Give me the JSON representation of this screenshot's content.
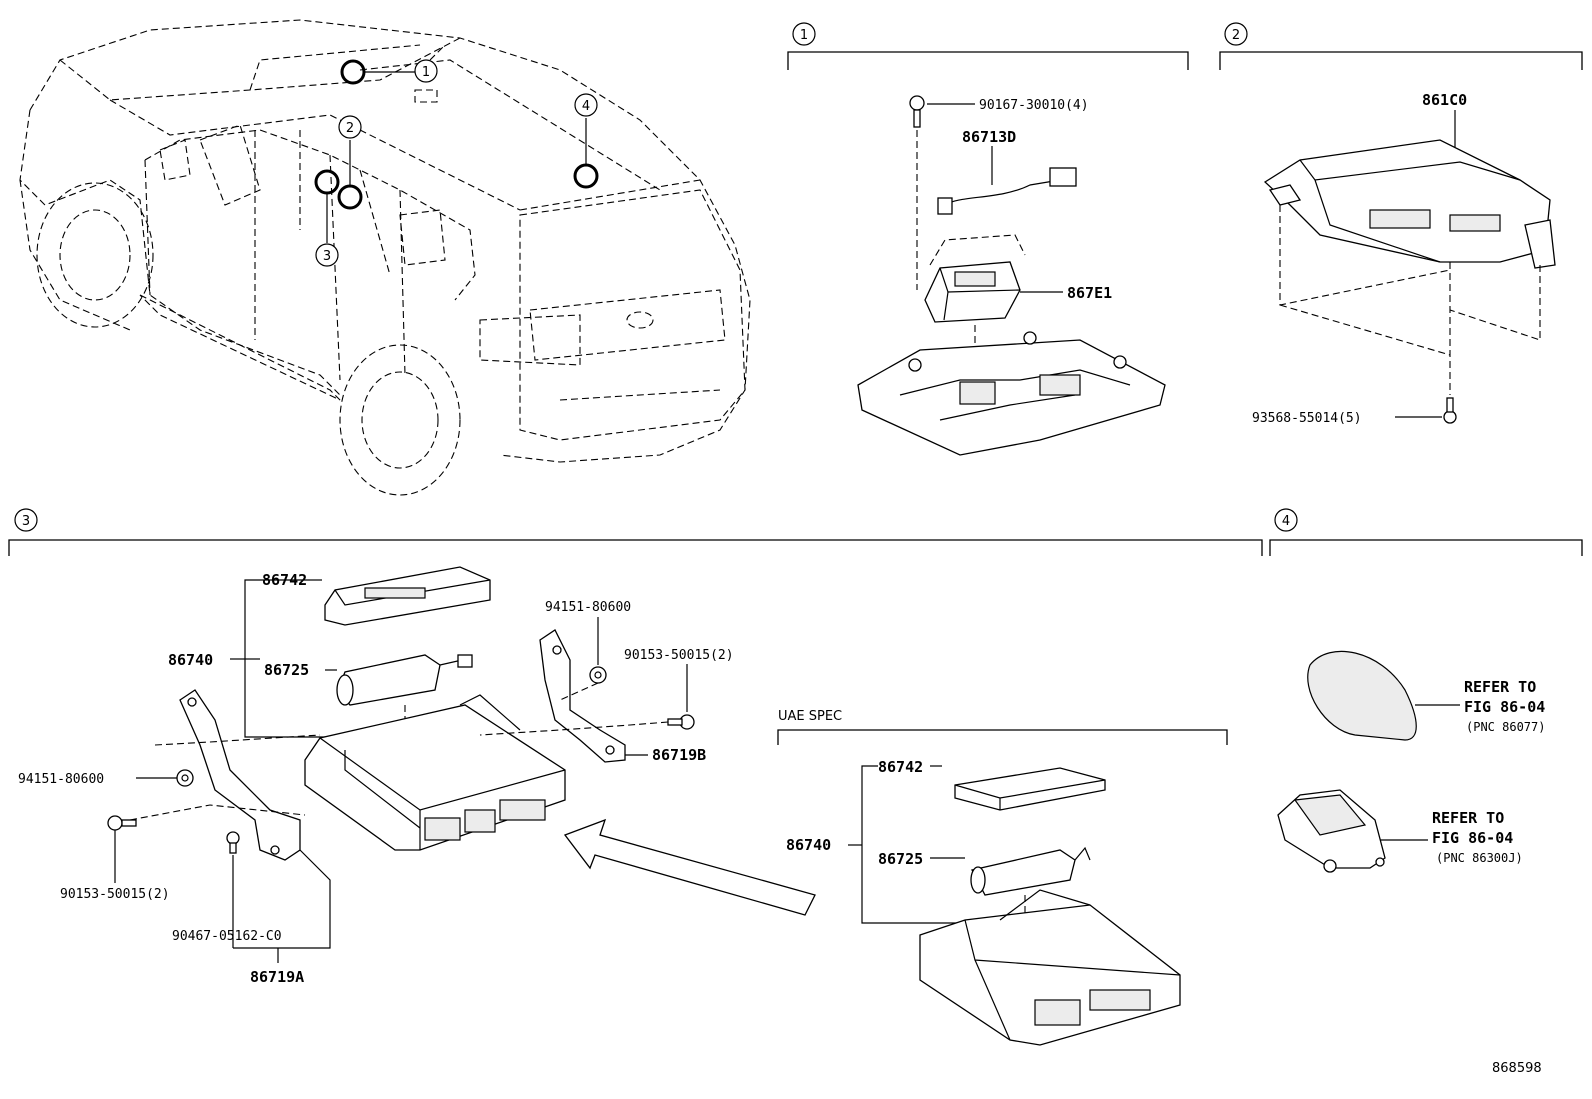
{
  "sections": {
    "s1": "1",
    "s2": "2",
    "s3": "3",
    "s4": "4"
  },
  "vehicle_callouts": {
    "c1": "1",
    "c2": "2",
    "c3": "3",
    "c4": "4"
  },
  "section1": {
    "bolt": "90167-30010(4)",
    "harness": "86713D",
    "module": "867E1"
  },
  "section2": {
    "module": "861C0",
    "bolt": "93568-55014(5)"
  },
  "section3": {
    "cover": "86742",
    "assembly": "86740",
    "battery": "86725",
    "nut_right": "94151-80600",
    "bolt_right": "90153-50015(2)",
    "bracket_right": "86719B",
    "nut_left": "94151-80600",
    "bolt_left": "90153-50015(2)",
    "clip": "90467-05162-C0",
    "bracket_left": "86719A"
  },
  "uae": {
    "title": "UAE SPEC",
    "cover": "86742",
    "assembly": "86740",
    "battery": "86725"
  },
  "section4": {
    "ref1_line1": "REFER TO",
    "ref1_line2": "FIG 86-04",
    "ref1_line3": "(PNC 86077)",
    "ref2_line1": "REFER TO",
    "ref2_line2": "FIG 86-04",
    "ref2_line3": "(PNC 86300J)"
  },
  "figure_id": "868598"
}
